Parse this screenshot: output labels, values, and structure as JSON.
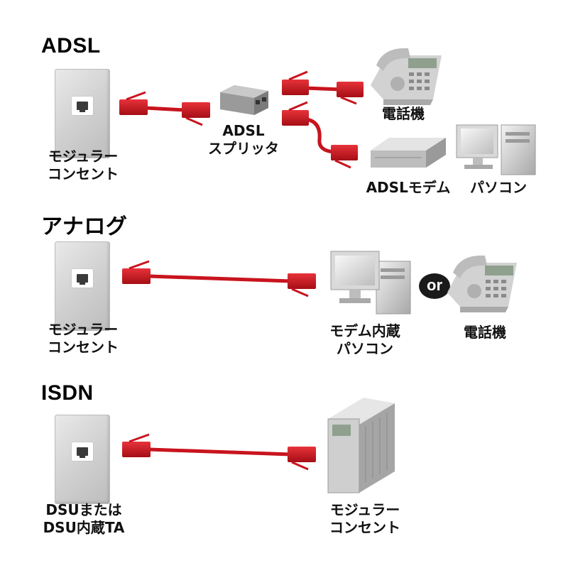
{
  "sections": {
    "adsl": {
      "heading": "ADSL",
      "outlet_label": [
        "モジュラー",
        "コンセント"
      ],
      "splitter_label": [
        "ADSL",
        "スプリッタ"
      ],
      "phone_label": "電話機",
      "modem_label": "ADSLモデム",
      "pc_label": "パソコン"
    },
    "analog": {
      "heading": "アナログ",
      "outlet_label": [
        "モジュラー",
        "コンセント"
      ],
      "pc_label": [
        "モデム内蔵",
        "パソコン"
      ],
      "or_label": "or",
      "phone_label": "電話機"
    },
    "isdn": {
      "heading": "ISDN",
      "device_label": [
        "DSUまたは",
        "DSU内蔵TA"
      ],
      "outlet_label": [
        "モジュラー",
        "コンセント"
      ]
    }
  },
  "colors": {
    "cable": "#c8141e",
    "cable_dark": "#8a0c12",
    "device_gray": "#bfbfbf"
  },
  "icons": [
    "modular-outlet-icon",
    "adsl-splitter-icon",
    "telephone-icon",
    "adsl-modem-icon",
    "desktop-pc-icon",
    "monitor-icon",
    "server-tower-icon",
    "rj11-plug-icon"
  ]
}
